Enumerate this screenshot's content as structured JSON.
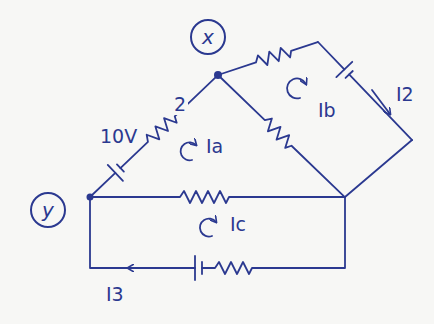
{
  "diagram": {
    "nodes": [
      {
        "text": [
          "x"
        ]
      },
      {
        "text": [
          "y"
        ]
      }
    ],
    "labels": [
      "10V",
      "2",
      "Ia",
      "Ib",
      "Ic",
      "I2",
      "I3"
    ]
  }
}
